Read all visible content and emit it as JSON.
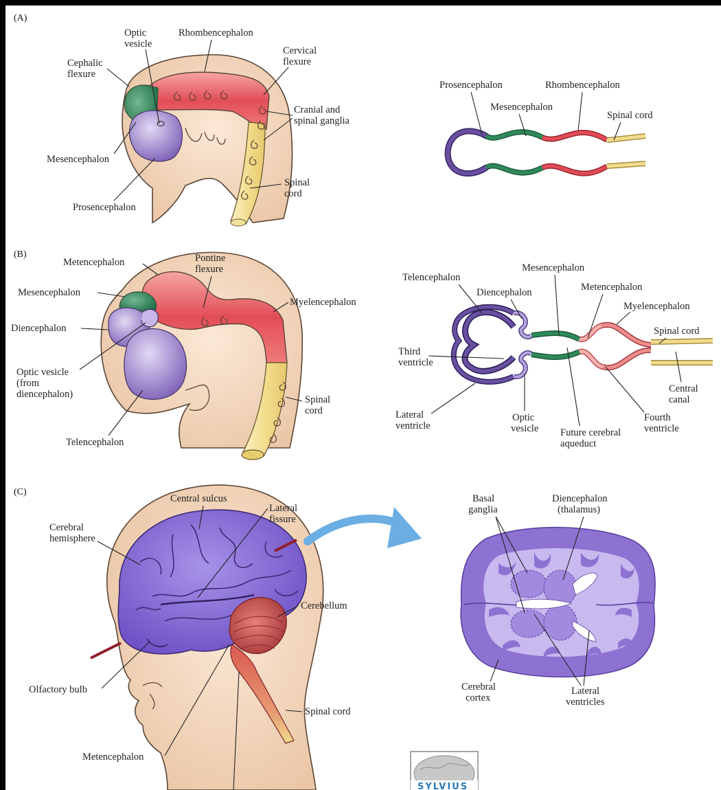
{
  "panels": {
    "a": "(A)",
    "b": "(B)",
    "c": "(C)"
  },
  "labels": {
    "a_optic1": "Optic",
    "a_optic2": "vesicle",
    "a_rhomb": "Rhombencephalon",
    "a_ceph1": "Cephalic",
    "a_ceph2": "flexure",
    "a_cerv1": "Cervical",
    "a_cerv2": "flexure",
    "a_cran1": "Cranial and",
    "a_cran2": "spinal ganglia",
    "a_mes": "Mesencephalon",
    "a_spin1": "Spinal",
    "a_spin2": "cord",
    "a_pros": "Prosencephalon",
    "a2_pros": "Prosencephalon",
    "a2_rhomb": "Rhombencephalon",
    "a2_mes": "Mesencephalon",
    "a2_spinal": "Spinal cord",
    "b_met": "Metencephalon",
    "b_pont1": "Pontine",
    "b_pont2": "flexure",
    "b_mes": "Mesencephalon",
    "b_myel": "Myelencephalon",
    "b_dien": "Diencephalon",
    "b_opt1": "Optic vesicle",
    "b_opt2": "(from",
    "b_opt3": "diencephalon)",
    "b_spin1": "Spinal",
    "b_spin2": "cord",
    "b_tel": "Telencephalon",
    "b2_mes": "Mesencephalon",
    "b2_tel": "Telencephalon",
    "b2_dien": "Diencephalon",
    "b2_met": "Metencephalon",
    "b2_myel": "Myelencephalon",
    "b2_spinal": "Spinal cord",
    "b2_third1": "Third",
    "b2_third2": "ventricle",
    "b2_cent1": "Central",
    "b2_cent2": "canal",
    "b2_lat1": "Lateral",
    "b2_lat2": "ventricle",
    "b2_opt1": "Optic",
    "b2_opt2": "vesicle",
    "b2_fut1": "Future cerebral",
    "b2_fut2": "aqueduct",
    "b2_fourth1": "Fourth",
    "b2_fourth2": "ventricle",
    "c_cs": "Central sulcus",
    "c_lf1": "Lateral",
    "c_lf2": "fissure",
    "c_ch1": "Cerebral",
    "c_ch2": "hemisphere",
    "c_cereb": "Cerebellum",
    "c_olf": "Olfactory bulb",
    "c_spinal": "Spinal cord",
    "c_met": "Metencephalon",
    "c2_bg1": "Basal",
    "c2_bg2": "ganglia",
    "c2_di1": "Diencephalon",
    "c2_di2": "(thalamus)",
    "c2_cc1": "Cerebral",
    "c2_cc2": "cortex",
    "c2_lv1": "Lateral",
    "c2_lv2": "ventricles"
  },
  "logo": {
    "text": "SYLVIUS"
  },
  "colors": {
    "skin": "#f6dcc4",
    "skin_outline": "#5a4536",
    "prosencephalon": "#6a50a0",
    "prosencephalon_light": "#c4b5e2",
    "mesencephalon": "#2f8a5a",
    "rhombencephalon": "#e04c56",
    "rhombencephalon_light": "#f5a7a3",
    "spinal_cord": "#f1dc8e",
    "brain_purple": "#8a6ed2",
    "white_matter": "#c8b9ef",
    "cerebellum": "#c94a4a",
    "arrow": "#6aaee4",
    "cut_line": "#8e1f2c"
  }
}
